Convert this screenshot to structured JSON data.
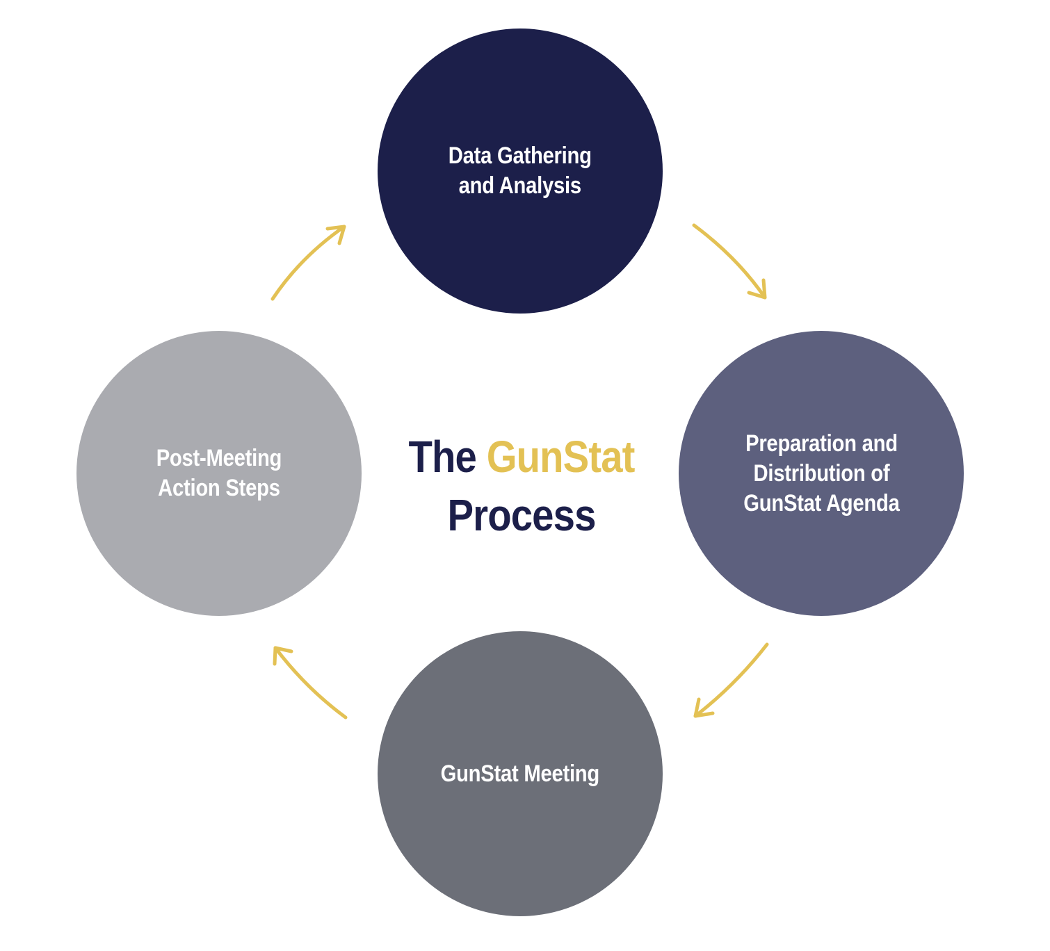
{
  "colors": {
    "background": "#ffffff",
    "arrow": "#E3C154",
    "title_dark": "#1C1F4A",
    "title_accent": "#E3C154",
    "node_label": "#ffffff"
  },
  "title": {
    "prefix": "The",
    "highlight": "GunStat",
    "suffix": "Process"
  },
  "steps": [
    {
      "label": "Data Gathering\nand Analysis",
      "color": "#1C1F4A"
    },
    {
      "label": "Preparation and\nDistribution of\nGunStat Agenda",
      "color": "#5D607E"
    },
    {
      "label": "GunStat Meeting",
      "color": "#6C6F78"
    },
    {
      "label": "Post-Meeting\nAction Steps",
      "color": "#AAABB0"
    }
  ],
  "arrows": [
    {
      "name": "arrow-step1-to-step2",
      "from": "Data Gathering and Analysis",
      "to": "Preparation and Distribution of GunStat Agenda"
    },
    {
      "name": "arrow-step2-to-step3",
      "from": "Preparation and Distribution of GunStat Agenda",
      "to": "GunStat Meeting"
    },
    {
      "name": "arrow-step3-to-step4",
      "from": "GunStat Meeting",
      "to": "Post-Meeting Action Steps"
    },
    {
      "name": "arrow-step4-to-step1",
      "from": "Post-Meeting Action Steps",
      "to": "Data Gathering and Analysis"
    }
  ]
}
